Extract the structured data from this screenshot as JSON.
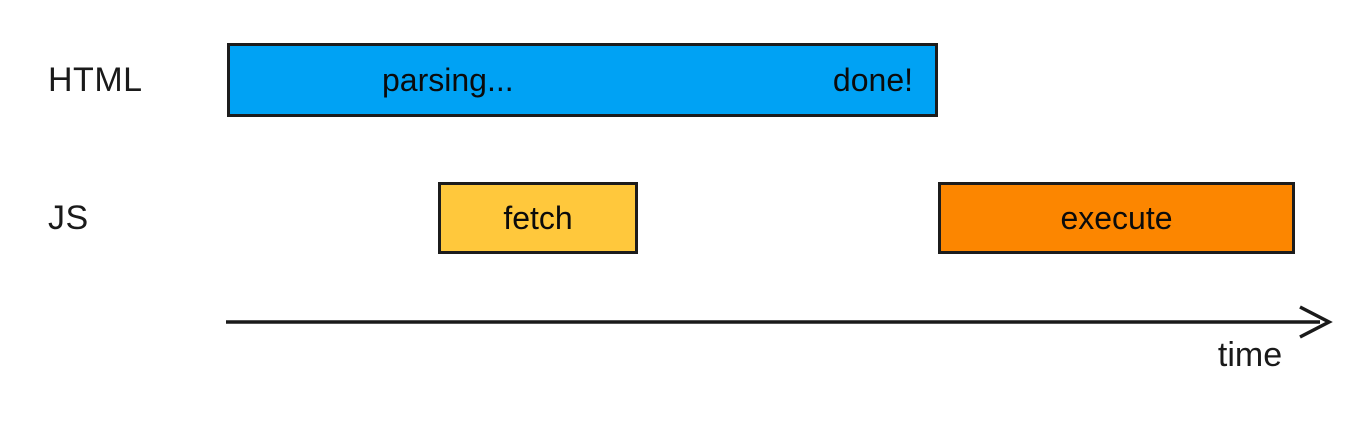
{
  "diagram": {
    "rows": [
      {
        "label": "HTML",
        "bars": [
          {
            "id": "parsing",
            "color": "#00A2F4",
            "labels": [
              "parsing...",
              "done!"
            ]
          }
        ]
      },
      {
        "label": "JS",
        "bars": [
          {
            "id": "fetch",
            "color": "#FFC83C",
            "labels": [
              "fetch"
            ]
          },
          {
            "id": "execute",
            "color": "#FC8600",
            "labels": [
              "execute"
            ]
          }
        ]
      }
    ],
    "axis": {
      "label": "time",
      "arrow_color": "#1A1A1A"
    },
    "bar_border_color": "#1C1C1C",
    "background": "#FFFFFF"
  }
}
